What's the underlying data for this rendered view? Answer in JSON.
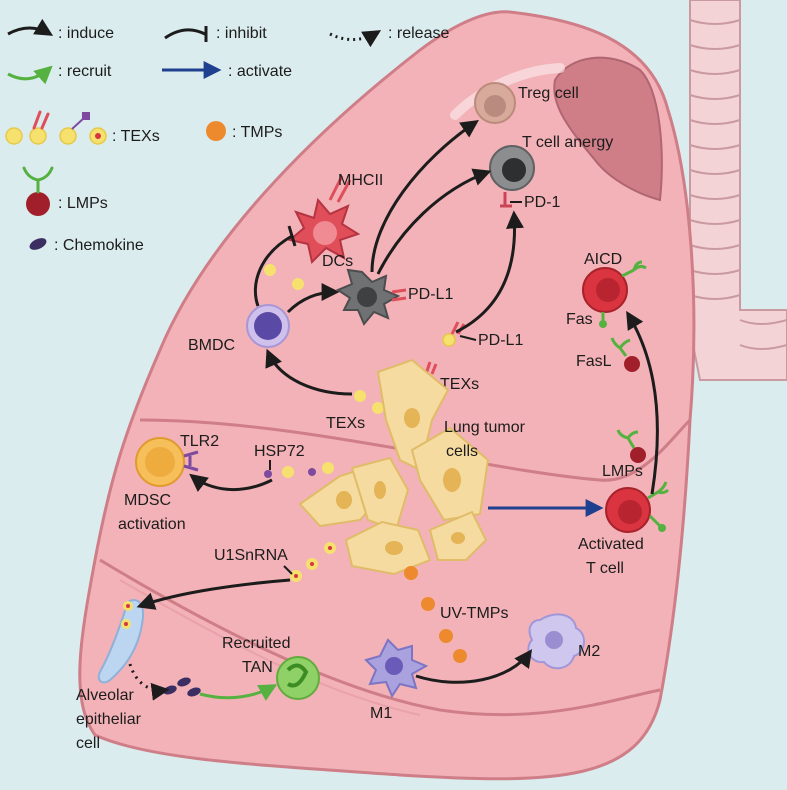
{
  "legend": {
    "induce": ": induce",
    "inhibit": ": inhibit",
    "release": ": release",
    "recruit": ": recruit",
    "activate": ": activate",
    "texs": ": TEXs",
    "tmps": ": TMPs",
    "lmps": ": LMPs",
    "chemokine": ": Chemokine"
  },
  "labels": {
    "treg": "Treg cell",
    "anergy": "T cell anergy",
    "mhcii": "MHCII",
    "pd1": "PD-1",
    "dcs": "DCs",
    "pdl1_dc": "PD-L1",
    "pdl1_tex": "PD-L1",
    "aicd": "AICD",
    "fas": "Fas",
    "fasl": "FasL",
    "bmdc": "BMDC",
    "texs_upper": "TEXs",
    "texs_lower": "TEXs",
    "lung_tumor_1": "Lung tumor",
    "lung_tumor_2": "cells",
    "tlr2": "TLR2",
    "hsp72": "HSP72",
    "mdsc_1": "MDSC",
    "mdsc_2": "activation",
    "lmps": "LMPs",
    "activated_1": "Activated",
    "activated_2": "T  cell",
    "u1snrna": "U1SnRNA",
    "uv_tmps": "UV-TMPs",
    "recruited_1": "Recruited",
    "recruited_2": "TAN",
    "m1": "M1",
    "m2": "M2",
    "alveolar_1": "Alveolar",
    "alveolar_2": "epitheliar",
    "alveolar_3": "cell"
  },
  "colors": {
    "background": "#dbecee",
    "lung_fill": "#f2b2b7",
    "lung_stroke": "#cf7e88",
    "induce": "#1c1c1c",
    "recruit": "#55b140",
    "activate": "#1f3f8f",
    "tex": "#f7e16e",
    "tmp": "#ee8a2e",
    "lmp": "#a11f2a",
    "chemokine": "#3b2e63",
    "tumor_cell": "#f5dba0",
    "dc_red": "#e04e5a",
    "bmdc": "#5a4aa6",
    "tcell": "#d9343f"
  }
}
